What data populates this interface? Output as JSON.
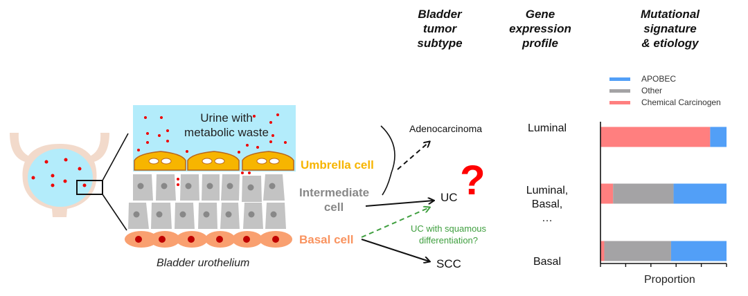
{
  "headers": {
    "subtype": [
      "Bladder",
      "tumor",
      "subtype"
    ],
    "expression": [
      "Gene",
      "expression",
      "profile"
    ],
    "signature": [
      "Mutational",
      "signature",
      "& etiology"
    ]
  },
  "urothelium": {
    "urine_label": [
      "Urine with",
      "metabolic waste"
    ],
    "caption": "Bladder urothelium",
    "cells": {
      "umbrella": "Umbrella cell",
      "intermediate": [
        "Intermediate",
        "cell"
      ],
      "basal": "Basal cell"
    }
  },
  "subtypes": {
    "adeno": "Adenocarcinoma",
    "uc": "UC",
    "unknown": "?",
    "uc_squamous": [
      "UC with squamous",
      "differentiation?"
    ],
    "scc": "SCC"
  },
  "expression_profiles": {
    "top": [
      "Luminal"
    ],
    "middle": [
      "Luminal,",
      "Basal,",
      "…"
    ],
    "bottom": [
      "Basal"
    ]
  },
  "colors": {
    "apobec": "#529ff7",
    "other": "#a4a3a5",
    "chemical": "#ff7f7f",
    "umbrella": "#f7b500",
    "intermediate": "#888888",
    "basal": "#f9935f",
    "squamous_arrow": "#3f9f3f",
    "question": "#ff0000",
    "urine": "#b3ecfb"
  },
  "chart_data": {
    "type": "bar",
    "orientation": "horizontal",
    "stacked": true,
    "categories": [
      "Adenocarcinoma",
      "UC",
      "SCC"
    ],
    "series": [
      {
        "name": "Chemical Carcinogen",
        "values": [
          0.87,
          0.1,
          0.03
        ]
      },
      {
        "name": "Other",
        "values": [
          0.0,
          0.48,
          0.53
        ]
      },
      {
        "name": "APOBEC",
        "values": [
          0.13,
          0.42,
          0.44
        ]
      }
    ],
    "legend": [
      "APOBEC",
      "Other",
      "Chemical Carcinogen"
    ],
    "legend_position": "top",
    "xlabel": "Proportion",
    "xlim": [
      0,
      1
    ],
    "xticks": [
      0,
      0.2,
      0.4,
      0.6,
      0.8,
      1.0
    ],
    "tick_labels_shown": false,
    "grid": false
  }
}
